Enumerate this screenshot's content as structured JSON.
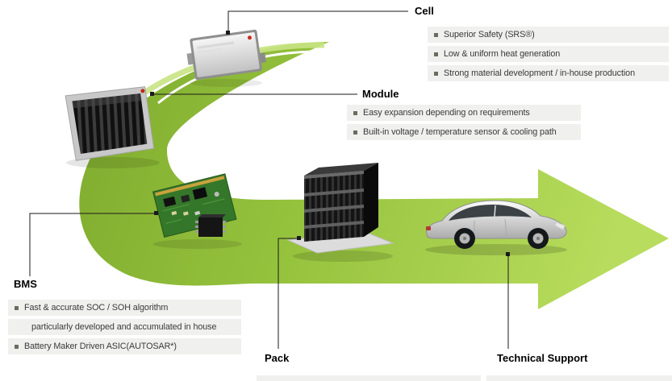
{
  "flow_labels": {
    "cell": "Cell",
    "module": "Module",
    "bms": "BMS",
    "pack": "Pack",
    "technical_support": "Technical Support"
  },
  "cell_info": {
    "bullets": [
      "Superior Safety (SRS®)",
      "Low & uniform heat generation",
      "Strong material development / in-house production"
    ]
  },
  "module_info": {
    "bullets": [
      "Easy expansion depending on requirements",
      "Built-in voltage / temperature sensor & cooling path"
    ]
  },
  "bms_info": {
    "rows": [
      {
        "text": "Fast & accurate SOC / SOH algorithm",
        "bullet": true
      },
      {
        "text": "particularly developed and accumulated in house",
        "bullet": false
      },
      {
        "text": "Battery Maker Driven ASIC(AUTOSAR*)",
        "bullet": true
      }
    ]
  },
  "icons": {
    "flow_arrow": "green-curved-arrow",
    "cell": "prismatic-battery-cell",
    "module": "battery-module",
    "bms": "bms-circuit-board",
    "chip": "asic-chip",
    "pack": "battery-pack",
    "vehicle": "car"
  },
  "colors": {
    "arrow_green_dark": "#7fab2e",
    "arrow_green_light": "#b8dc5d",
    "info_box_bg": "#f0f0ee",
    "bullet_square": "#6b6b5f",
    "label_text": "#000000",
    "body_text": "#3a3a3a"
  }
}
